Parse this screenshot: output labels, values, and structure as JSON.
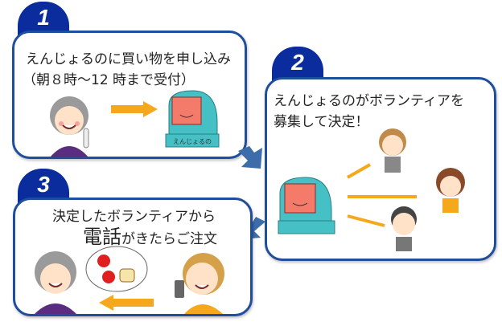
{
  "steps": [
    {
      "number": "1",
      "lines": [
        "えんじょるのに買い物を申し込み",
        "（朝８時〜12 時まで受付）"
      ]
    },
    {
      "number": "2",
      "lines": [
        "えんじょるのがボランティアを",
        "募集して決定！"
      ]
    },
    {
      "number": "3",
      "lines": [
        "決定したボランティアから"
      ],
      "emphasis": "電話",
      "line2_rest": "がきたらご注文"
    }
  ],
  "terminal_label": "えんじょるの",
  "colors": {
    "tab": "#0b2c9c",
    "border": "#1f4f9c",
    "arrow_orange": "#f5a81c",
    "flow_arrow": "#3d6cab"
  }
}
